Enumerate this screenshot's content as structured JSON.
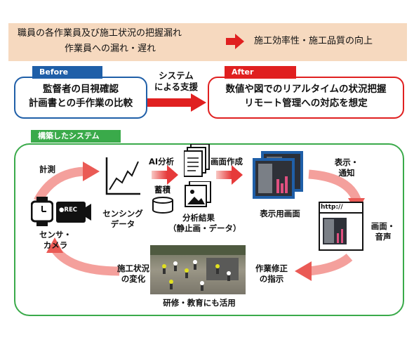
{
  "banner": {
    "line1": "職員の各作業員及び施工状況の把握漏れ",
    "line2": "作業員への漏れ・遅れ",
    "result": "施工効率性・施工品質の向上"
  },
  "before": {
    "tag": "Before",
    "line1": "監督者の目視確認",
    "line2": "計画書との手作業の比較"
  },
  "support": {
    "line1": "システム",
    "line2": "による支援"
  },
  "after": {
    "tag": "After",
    "line1": "数値や図でのリアルタイムの状況把握",
    "line2": "リモート管理への対応を想定"
  },
  "system": {
    "tag": "構築したシステム",
    "measure": "計測",
    "rec": "●REC",
    "sensor_line1": "センサ・",
    "sensor_line2": "カメラ",
    "sensing_line1": "センシング",
    "sensing_line2": "データ",
    "ai": "AI分析",
    "store": "蓄積",
    "create": "画面作成",
    "result_line1": "分析結果",
    "result_line2": "（静止画・データ）",
    "display": "表示用画面",
    "show_line1": "表示・",
    "show_line2": "通知",
    "url": "http://",
    "screen_line1": "画面・",
    "screen_line2": "音声",
    "fix_line1": "作業修正",
    "fix_line2": "の指示",
    "change_line1": "施工状況",
    "change_line2": "の変化",
    "training": "研修・教育にも活用"
  },
  "colors": {
    "banner": "#f6d9bf",
    "red": "#e02020",
    "blue": "#1f5fa8",
    "green": "#3aaa4a"
  }
}
